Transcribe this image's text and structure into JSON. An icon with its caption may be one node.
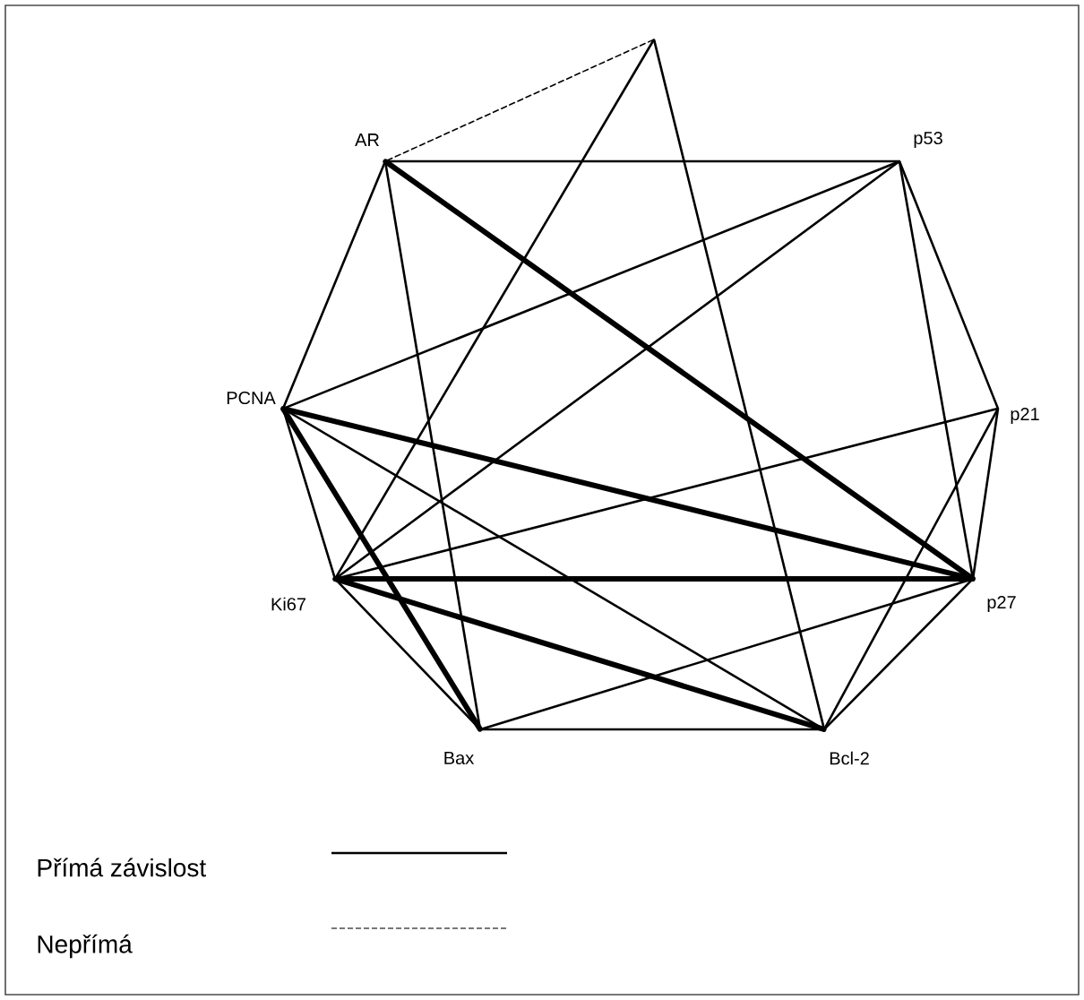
{
  "diagram": {
    "nodes": [
      {
        "text": [],
        "shape": "point"
      },
      {
        "text": [
          "AR"
        ]
      },
      {
        "text": [
          "p53"
        ]
      },
      {
        "text": [
          "PCNA"
        ]
      },
      {
        "text": [
          "p21"
        ]
      },
      {
        "text": [
          "Ki67"
        ]
      },
      {
        "text": [
          "p27"
        ]
      },
      {
        "text": [
          "Bax"
        ]
      },
      {
        "text": [
          "Bcl-2"
        ]
      }
    ],
    "edges": [
      {
        "from": 0,
        "to": 1,
        "arrow": "none",
        "style": "dashed"
      },
      {
        "from": 0,
        "to": 5,
        "arrow": "none"
      },
      {
        "from": 0,
        "to": 8,
        "arrow": "none"
      },
      {
        "from": 1,
        "to": 2,
        "arrow": "none"
      },
      {
        "from": 1,
        "to": 3,
        "arrow": "none"
      },
      {
        "from": 1,
        "to": 7,
        "arrow": "none"
      },
      {
        "from": 1,
        "to": 6,
        "arrow": "none",
        "style": "thick"
      },
      {
        "from": 2,
        "to": 3,
        "arrow": "none"
      },
      {
        "from": 2,
        "to": 5,
        "arrow": "none"
      },
      {
        "from": 2,
        "to": 4,
        "arrow": "none"
      },
      {
        "from": 2,
        "to": 6,
        "arrow": "none"
      },
      {
        "from": 3,
        "to": 5,
        "arrow": "none"
      },
      {
        "from": 3,
        "to": 6,
        "arrow": "none",
        "style": "thick"
      },
      {
        "from": 3,
        "to": 7,
        "arrow": "none",
        "style": "thick"
      },
      {
        "from": 3,
        "to": 8,
        "arrow": "none"
      },
      {
        "from": 5,
        "to": 4,
        "arrow": "none"
      },
      {
        "from": 5,
        "to": 6,
        "arrow": "none",
        "style": "thick"
      },
      {
        "from": 5,
        "to": 8,
        "arrow": "none",
        "style": "thick"
      },
      {
        "from": 5,
        "to": 7,
        "arrow": "none"
      },
      {
        "from": 7,
        "to": 8,
        "arrow": "none"
      },
      {
        "from": 7,
        "to": 6,
        "arrow": "none"
      },
      {
        "from": 8,
        "to": 4,
        "arrow": "none"
      },
      {
        "from": 8,
        "to": 6,
        "arrow": "none"
      },
      {
        "from": 4,
        "to": 6,
        "arrow": "none"
      }
    ],
    "legend": [
      {
        "text": "Přímá závislost"
      },
      {
        "text": "Nepřímá"
      }
    ]
  }
}
